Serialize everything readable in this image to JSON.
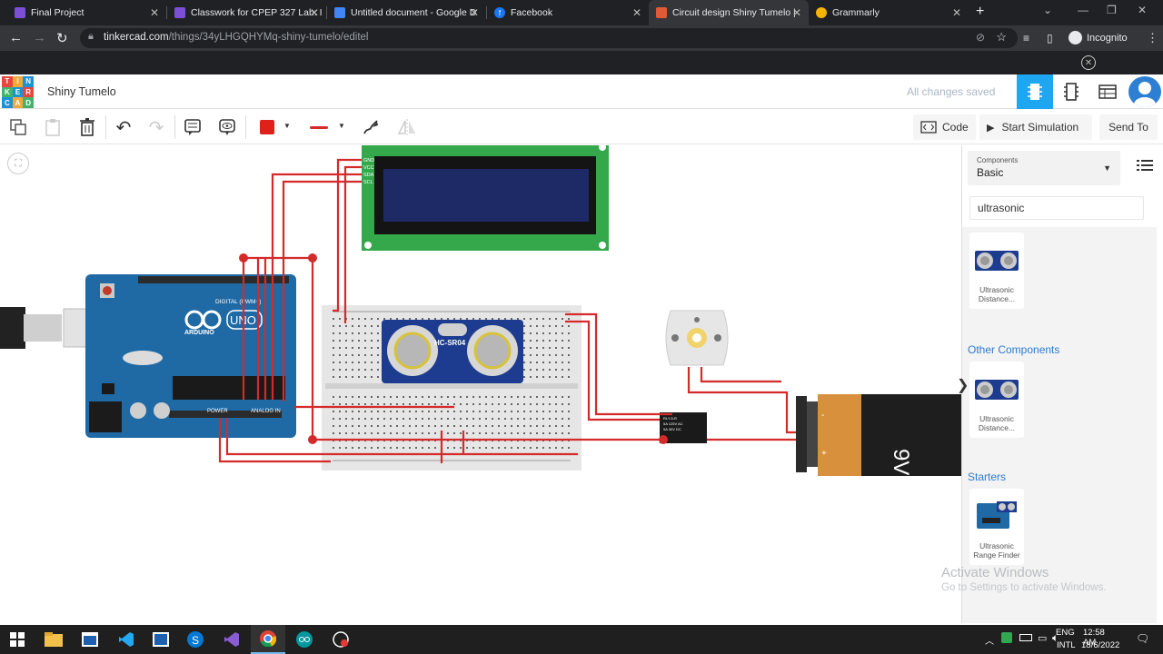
{
  "browser": {
    "tabs": [
      {
        "title": "Final Project",
        "favicon_color": "#7b4fd6"
      },
      {
        "title": "Classwork for CPEP 327 Lab: I",
        "favicon_color": "#7b4fd6"
      },
      {
        "title": "Untitled document - Google D",
        "favicon_color": "#4285f4"
      },
      {
        "title": "Facebook",
        "favicon_color": "#1877f2"
      },
      {
        "title": "Circuit design Shiny Tumelo |",
        "favicon_color": "#e05a3a"
      },
      {
        "title": "Grammarly",
        "favicon_color": "#f4b400"
      }
    ],
    "url_host": "tinkercad.com",
    "url_path": "/things/34yLHGQHYMq-shiny-tumelo/editel",
    "profile_label": "Incognito"
  },
  "header": {
    "logo_letters": [
      "T",
      "I",
      "N",
      "K",
      "E",
      "R",
      "C",
      "A",
      "D"
    ],
    "design_title": "Shiny Tumelo",
    "save_status": "All changes saved"
  },
  "toolbar": {
    "code_label": "Code",
    "start_simulation_label": "Start Simulation",
    "send_to_label": "Send To",
    "wire_color": "#e0201b"
  },
  "canvas": {
    "lcd_pins": [
      "GND",
      "VCC",
      "SDA",
      "SCL"
    ],
    "arduino_labels": {
      "brand": "ARDUINO",
      "model": "UNO",
      "digital": "DIGITAL (PWM~)",
      "power": "POWER",
      "analog": "ANALOG IN"
    },
    "sensor_label": "HC-SR04",
    "battery_label": "9V",
    "relay_text": [
      "RLY-5-R",
      "5A 125V AC",
      "5A 30V DC"
    ]
  },
  "panel": {
    "components_caption": "Components",
    "components_value": "Basic",
    "search_value": "ultrasonic",
    "sections": [
      {
        "title": "",
        "items": [
          {
            "label": "Ultrasonic Distance..."
          }
        ]
      },
      {
        "title": "Other Components",
        "items": [
          {
            "label": "Ultrasonic Distance..."
          }
        ]
      },
      {
        "title": "Starters",
        "items": [
          {
            "label": "Ultrasonic Range Finder"
          }
        ]
      }
    ]
  },
  "watermark": {
    "line1": "Activate Windows",
    "line2": "Go to Settings to activate Windows."
  },
  "taskbar": {
    "language": "ENG",
    "layout": "INTL",
    "time": "12:58 AM",
    "date": "18/6/2022"
  }
}
